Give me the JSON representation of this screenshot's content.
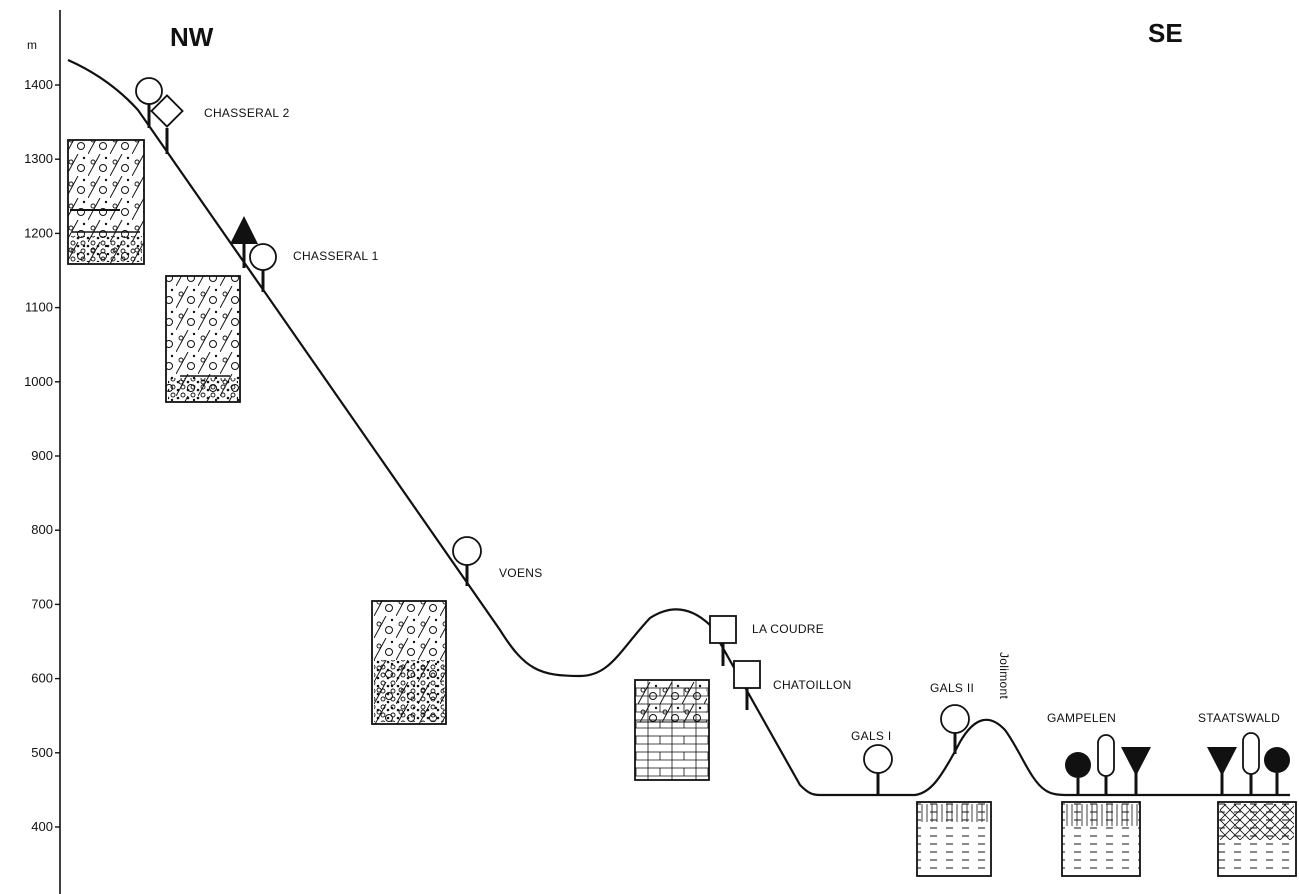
{
  "axis": {
    "unit": "m",
    "ticks": [
      "1400",
      "1300",
      "1200",
      "1100",
      "1000",
      "900",
      "800",
      "700",
      "600",
      "500",
      "400"
    ]
  },
  "directions": {
    "left": "NW",
    "right": "SE"
  },
  "sites": {
    "chasseral2": "CHASSERAL 2",
    "chasseral1": "CHASSERAL 1",
    "voens": "VOENS",
    "la_coudre": "LA COUDRE",
    "chatoillon": "CHATOILLON",
    "gals1": "GALS I",
    "gals2": "GALS II",
    "jolimont": "Jolimont",
    "gampelen": "GAMPELEN",
    "staatswald": "STAATSWALD"
  }
}
